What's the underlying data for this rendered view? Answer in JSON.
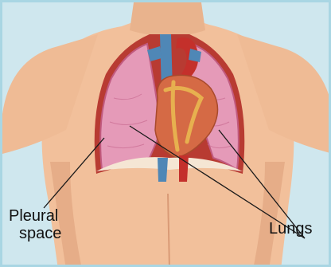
{
  "labels": {
    "pleural_space_line1": "Pleural",
    "pleural_space_line2": "space",
    "lungs": "Lungs"
  },
  "colors": {
    "background": "#cfe7ee",
    "skin": "#f2c09b",
    "skin_shadow": "#dea07c",
    "lung": "#e59ab8",
    "lung_edge": "#c15a7f",
    "pleura_red": "#c8463a",
    "heart": "#d56a45",
    "heart_fat": "#e7b04f",
    "vein_blue": "#4f87b6",
    "artery_red": "#c4302b",
    "diaphragm": "#f5e6d4",
    "leader_line": "#1a1a1a"
  }
}
